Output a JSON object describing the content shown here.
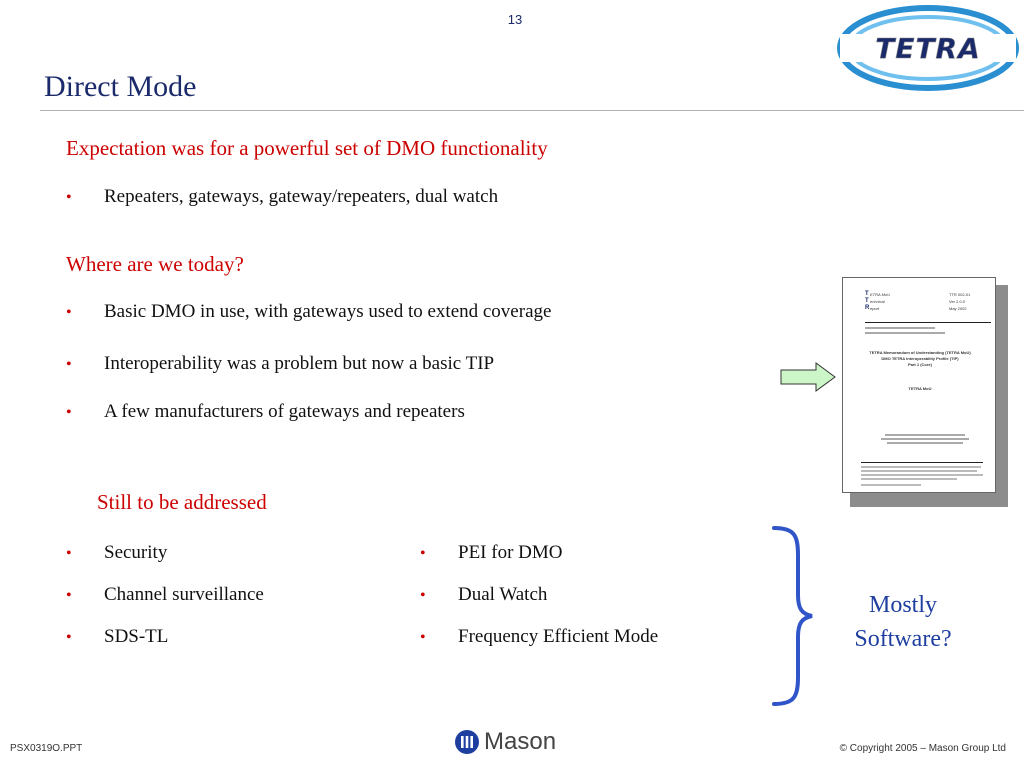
{
  "slide": {
    "page_number": "13",
    "title": "Direct Mode"
  },
  "section1": {
    "heading": "Expectation was for a powerful set of DMO functionality",
    "bullets": [
      "Repeaters, gateways, gateway/repeaters, dual watch"
    ]
  },
  "section2": {
    "heading": "Where are we today?",
    "bullets": [
      "Basic DMO in use, with gateways used to extend coverage",
      "Interoperability was a problem but now a basic TIP",
      "A few manufacturers of gateways and repeaters"
    ]
  },
  "section3": {
    "heading": "Still to be addressed",
    "left_bullets": [
      "Security",
      "Channel surveillance",
      "SDS-TL"
    ],
    "right_bullets": [
      "PEI for DMO",
      "Dual Watch",
      "Frequency Efficient Mode"
    ]
  },
  "callout": {
    "line1": "Mostly",
    "line2": "Software?"
  },
  "logo": {
    "text": "TETRA"
  },
  "document_thumbnail": {
    "left_lines": [
      "ETRA MoU",
      "echnical",
      "eport"
    ],
    "right_lines": [
      "TTR 002-01",
      "Ver 2.0.0",
      "May 2002"
    ],
    "title_lines": [
      "TETRA Memorandum of Understanding (TETRA MoU)",
      "DMO TETRA Interoperability Profile (TIP)",
      "Part 1 (Core)"
    ],
    "org": "TETRA MoU"
  },
  "footer": {
    "left": "PSX0319O.PPT",
    "brand": "Mason",
    "right": "© Copyright 2005 – Mason Group Ltd"
  },
  "colors": {
    "title": "#1a2a6a",
    "heading_red": "#cc0000",
    "callout_blue": "#1f3fa0",
    "arrow_fill": "#ccf5c8"
  }
}
